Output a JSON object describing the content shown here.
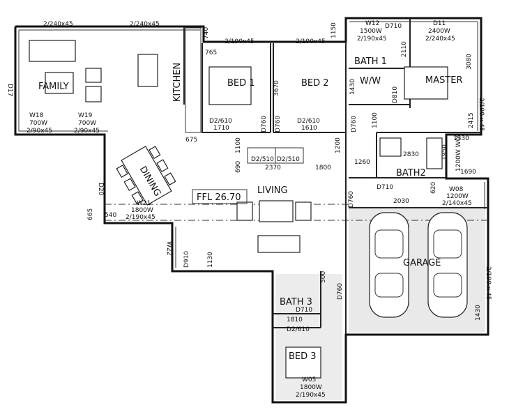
{
  "rooms": {
    "family": "FAMILY",
    "kitchen": "KITCHEN",
    "bed1": "BED 1",
    "bed2": "BED 2",
    "bath1": "BATH 1",
    "ww": "W/W",
    "master": "MASTER",
    "bath2": "BATH2",
    "dining": "DINING",
    "living": "LIVING",
    "garage": "GARAGE",
    "bath3": "BATH 3",
    "bed3": "BED 3"
  },
  "ffl": "FFL 26.70",
  "windows": {
    "w18": [
      "W18",
      "700W",
      "2/90x45"
    ],
    "w19": [
      "W19",
      "700W",
      "2/90x45"
    ],
    "w12": [
      "W12",
      "1500W",
      "2/190x45"
    ],
    "d11": [
      "D11",
      "2400W",
      "2/240x45"
    ],
    "w21": [
      "W21",
      "1800W",
      "2/190x45"
    ],
    "w08": [
      "W08",
      "1200W",
      "2/140x45"
    ],
    "w05": [
      "W05",
      "1800W",
      "2/190x45"
    ]
  },
  "dims": {
    "top1": "2/240x45",
    "top2": "2/240x45",
    "d740": "740",
    "top3": "2/190x45",
    "top4": "2/190x45",
    "d1150": "1150",
    "d0710a": "D710",
    "d765": "765",
    "d2110": "2110",
    "d3080": "3080",
    "d3670": "3670",
    "d1430a": "1430",
    "d1100a": "1100",
    "d0810": "D810",
    "d17": "D17",
    "d2_610a": "D2/610",
    "d1710": "1710",
    "d2_610b": "D2/610",
    "d1610": "1610",
    "d0760a": "D760",
    "d0760b": "D760",
    "d0760c": "D760",
    "d675": "675",
    "d1100b": "1100",
    "d1200": "1200",
    "d2830": "2830",
    "d1330": "1330",
    "d1950": "1950",
    "w09": "1200W W09",
    "d2190_45a": "2/190 x 45",
    "d2415": "2415",
    "d690": "690",
    "d2_510a": "D2/510",
    "d2_510b": "D2/510",
    "d2370": "2370",
    "d1800": "1800",
    "d1260": "1260",
    "d1690": "1690",
    "d20": "D20",
    "d0710b": "D710",
    "d620": "620",
    "d2030": "2030",
    "d665": "665",
    "d540": "540",
    "d0760d": "D760",
    "w22": "W22",
    "d0910": "D910",
    "d1130": "1130",
    "d2190_45b": "2/190 x 45",
    "d500": "500",
    "d0760e": "D760",
    "d0710c": "D710",
    "d1810": "1810",
    "d2_610c": "D2/610",
    "d1430b": "1430"
  }
}
